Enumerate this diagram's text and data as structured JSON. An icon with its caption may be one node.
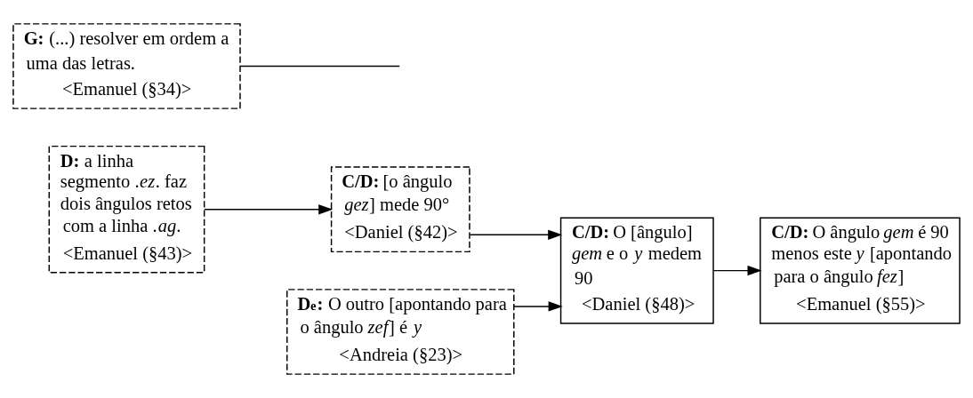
{
  "diagram": {
    "nodes": [
      {
        "text": [
          "**D:** a linha segmento .*ez*. faz dois ângulos retos com a linha .*ag*.",
          "<Emanuel (§43)>"
        ]
      },
      {
        "text": [
          "**C/D:** [o ângulo *gez*] mede 90°",
          "<Daniel (§42)>"
        ]
      },
      {
        "text": [
          "**D$_{e}$:** O outro [apontando para o ângulo *zef*] é *y*",
          "<Andreia (§23)>"
        ]
      },
      {
        "text": [
          "**G:** (...) resolver em ordem a uma das letras.",
          "<Emanuel (§34)>"
        ]
      },
      {
        "text": [
          "**C/D:** O [ângulo] *gem* e o *y* medem 90",
          "<Daniel (§48)>"
        ]
      },
      {
        "text": [
          "**C/D:** O ângulo *gem* é 90 menos este *y* [apontando para o ângulo *fez*]",
          "<Emanuel (§55)>"
        ]
      }
    ],
    "edges": [
      {
        "from": 0,
        "to": 1,
        "arrow": "to"
      },
      {
        "from": 1,
        "to": 4,
        "arrow": "to"
      },
      {
        "from": 2,
        "to": 4,
        "arrow": "to"
      },
      {
        "from": 4,
        "to": 5,
        "arrow": "to"
      },
      {
        "from": 3,
        "to": null,
        "arrow": "none"
      }
    ]
  }
}
